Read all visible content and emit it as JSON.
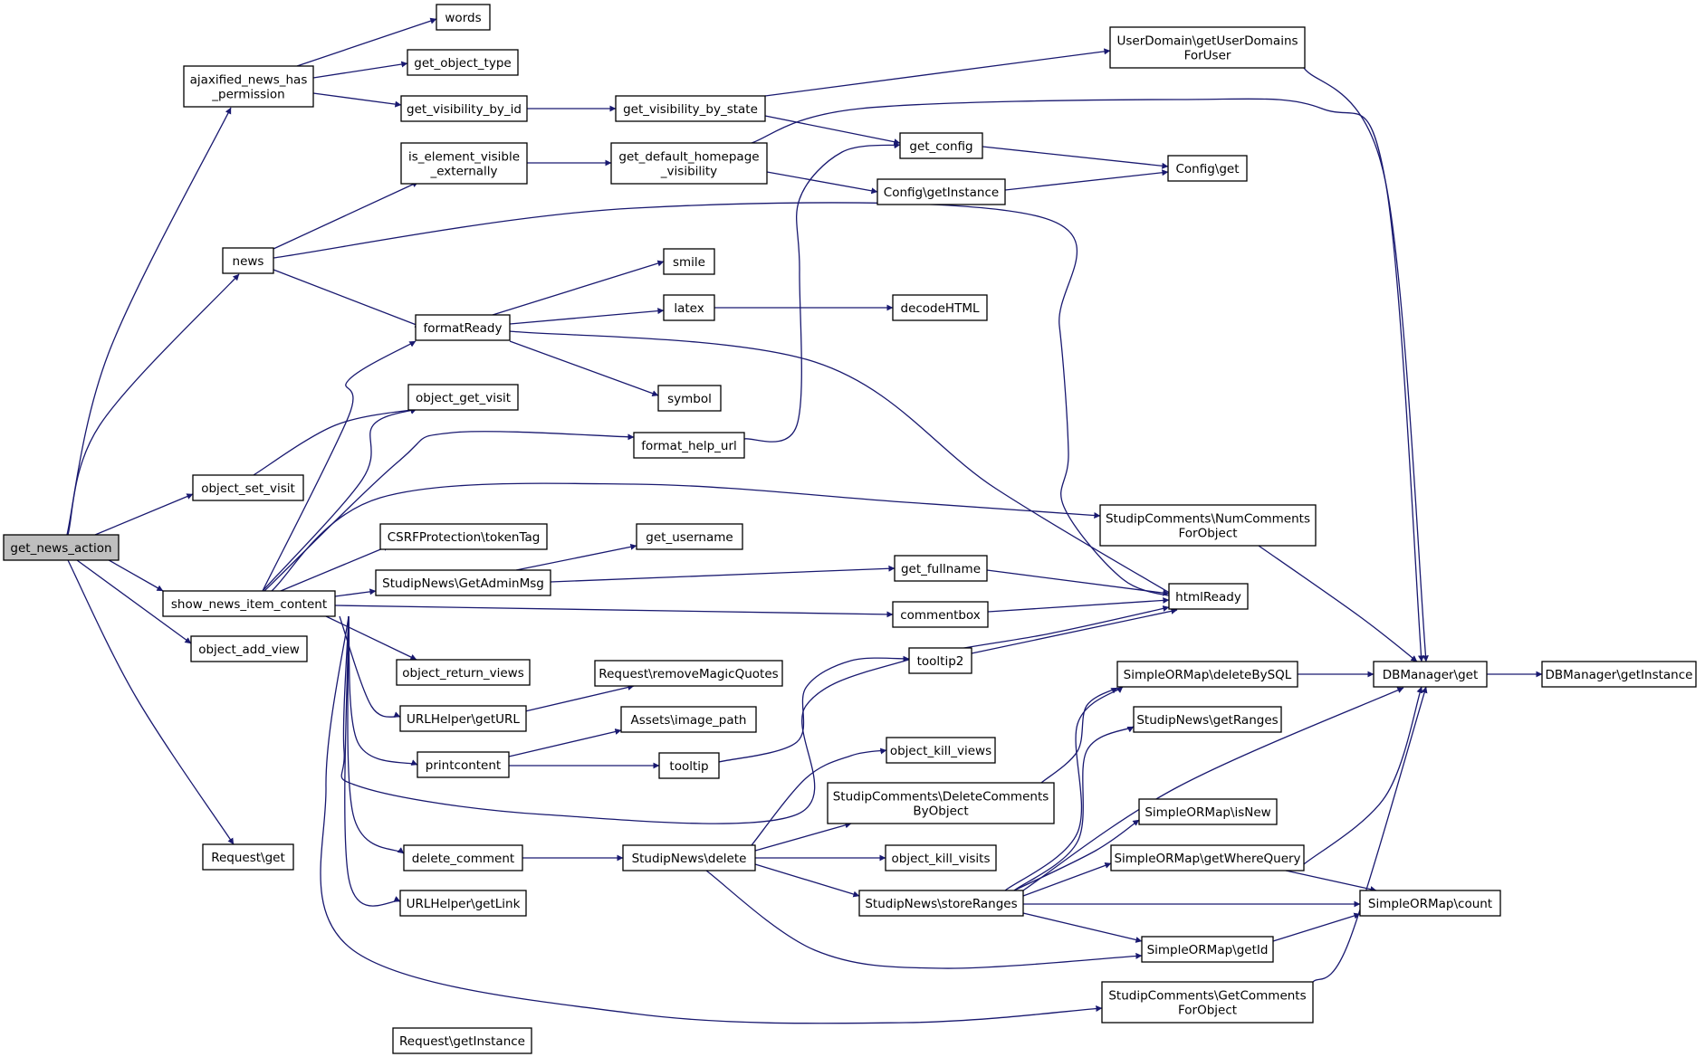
{
  "graph": {
    "colors": {
      "edge": "#191970",
      "node_border": "#000000",
      "root_fill": "#bfbfbf",
      "node_fill": "#ffffff"
    },
    "nodes": [
      {
        "id": "root",
        "lines": [
          "get_news_action"
        ]
      },
      {
        "id": "ajax",
        "lines": [
          "ajaxified_news_has",
          "_permission"
        ]
      },
      {
        "id": "news",
        "lines": [
          "news"
        ]
      },
      {
        "id": "setvisit",
        "lines": [
          "object_set_visit"
        ]
      },
      {
        "id": "show",
        "lines": [
          "show_news_item_content"
        ]
      },
      {
        "id": "addview",
        "lines": [
          "object_add_view"
        ]
      },
      {
        "id": "reqget",
        "lines": [
          "Request\\get"
        ]
      },
      {
        "id": "words",
        "lines": [
          "words"
        ]
      },
      {
        "id": "objtype",
        "lines": [
          "get_object_type"
        ]
      },
      {
        "id": "visbyid",
        "lines": [
          "get_visibility_by_id"
        ]
      },
      {
        "id": "iselem",
        "lines": [
          "is_element_visible",
          "_externally"
        ]
      },
      {
        "id": "format",
        "lines": [
          "formatReady"
        ]
      },
      {
        "id": "getvisit",
        "lines": [
          "object_get_visit"
        ]
      },
      {
        "id": "csrf",
        "lines": [
          "CSRFProtection\\tokenTag"
        ]
      },
      {
        "id": "admin",
        "lines": [
          "StudipNews\\GetAdminMsg"
        ]
      },
      {
        "id": "retviews",
        "lines": [
          "object_return_views"
        ]
      },
      {
        "id": "urlget",
        "lines": [
          "URLHelper\\getURL"
        ]
      },
      {
        "id": "printc",
        "lines": [
          "printcontent"
        ]
      },
      {
        "id": "delcom",
        "lines": [
          "delete_comment"
        ]
      },
      {
        "id": "urllink",
        "lines": [
          "URLHelper\\getLink"
        ]
      },
      {
        "id": "reqinst",
        "lines": [
          "Request\\getInstance"
        ]
      },
      {
        "id": "visbystate",
        "lines": [
          "get_visibility_by_state"
        ]
      },
      {
        "id": "defhome",
        "lines": [
          "get_default_homepage",
          "_visibility"
        ]
      },
      {
        "id": "smile",
        "lines": [
          "smile"
        ]
      },
      {
        "id": "latex",
        "lines": [
          "latex"
        ]
      },
      {
        "id": "symbol",
        "lines": [
          "symbol"
        ]
      },
      {
        "id": "helpurl",
        "lines": [
          "format_help_url"
        ]
      },
      {
        "id": "username",
        "lines": [
          "get_username"
        ]
      },
      {
        "id": "removemq",
        "lines": [
          "Request\\removeMagicQuotes"
        ]
      },
      {
        "id": "imgpath",
        "lines": [
          "Assets\\image_path"
        ]
      },
      {
        "id": "tooltip",
        "lines": [
          "tooltip"
        ]
      },
      {
        "id": "sndelete",
        "lines": [
          "StudipNews\\delete"
        ]
      },
      {
        "id": "getconfig",
        "lines": [
          "get_config"
        ]
      },
      {
        "id": "cfginst",
        "lines": [
          "Config\\getInstance"
        ]
      },
      {
        "id": "decode",
        "lines": [
          "decodeHTML"
        ]
      },
      {
        "id": "fullname",
        "lines": [
          "get_fullname"
        ]
      },
      {
        "id": "commentbox",
        "lines": [
          "commentbox"
        ]
      },
      {
        "id": "tooltip2",
        "lines": [
          "tooltip2"
        ]
      },
      {
        "id": "killviews",
        "lines": [
          "object_kill_views"
        ]
      },
      {
        "id": "delcomobj",
        "lines": [
          "StudipComments\\DeleteComments",
          "ByObject"
        ]
      },
      {
        "id": "killvisits",
        "lines": [
          "object_kill_visits"
        ]
      },
      {
        "id": "storeranges",
        "lines": [
          "StudipNews\\storeRanges"
        ]
      },
      {
        "id": "userdom",
        "lines": [
          "UserDomain\\getUserDomains",
          "ForUser"
        ]
      },
      {
        "id": "cfgget",
        "lines": [
          "Config\\get"
        ]
      },
      {
        "id": "numcom",
        "lines": [
          "StudipComments\\NumComments",
          "ForObject"
        ]
      },
      {
        "id": "htmlready",
        "lines": [
          "htmlReady"
        ]
      },
      {
        "id": "delbysql",
        "lines": [
          "SimpleORMap\\deleteBySQL"
        ]
      },
      {
        "id": "getranges",
        "lines": [
          "StudipNews\\getRanges"
        ]
      },
      {
        "id": "isnew",
        "lines": [
          "SimpleORMap\\isNew"
        ]
      },
      {
        "id": "wherequery",
        "lines": [
          "SimpleORMap\\getWhereQuery"
        ]
      },
      {
        "id": "getid",
        "lines": [
          "SimpleORMap\\getId"
        ]
      },
      {
        "id": "getcomobj",
        "lines": [
          "StudipComments\\GetComments",
          "ForObject"
        ]
      },
      {
        "id": "dbget",
        "lines": [
          "DBManager\\get"
        ]
      },
      {
        "id": "count",
        "lines": [
          "SimpleORMap\\count"
        ]
      },
      {
        "id": "dbinst",
        "lines": [
          "DBManager\\getInstance"
        ]
      }
    ]
  }
}
